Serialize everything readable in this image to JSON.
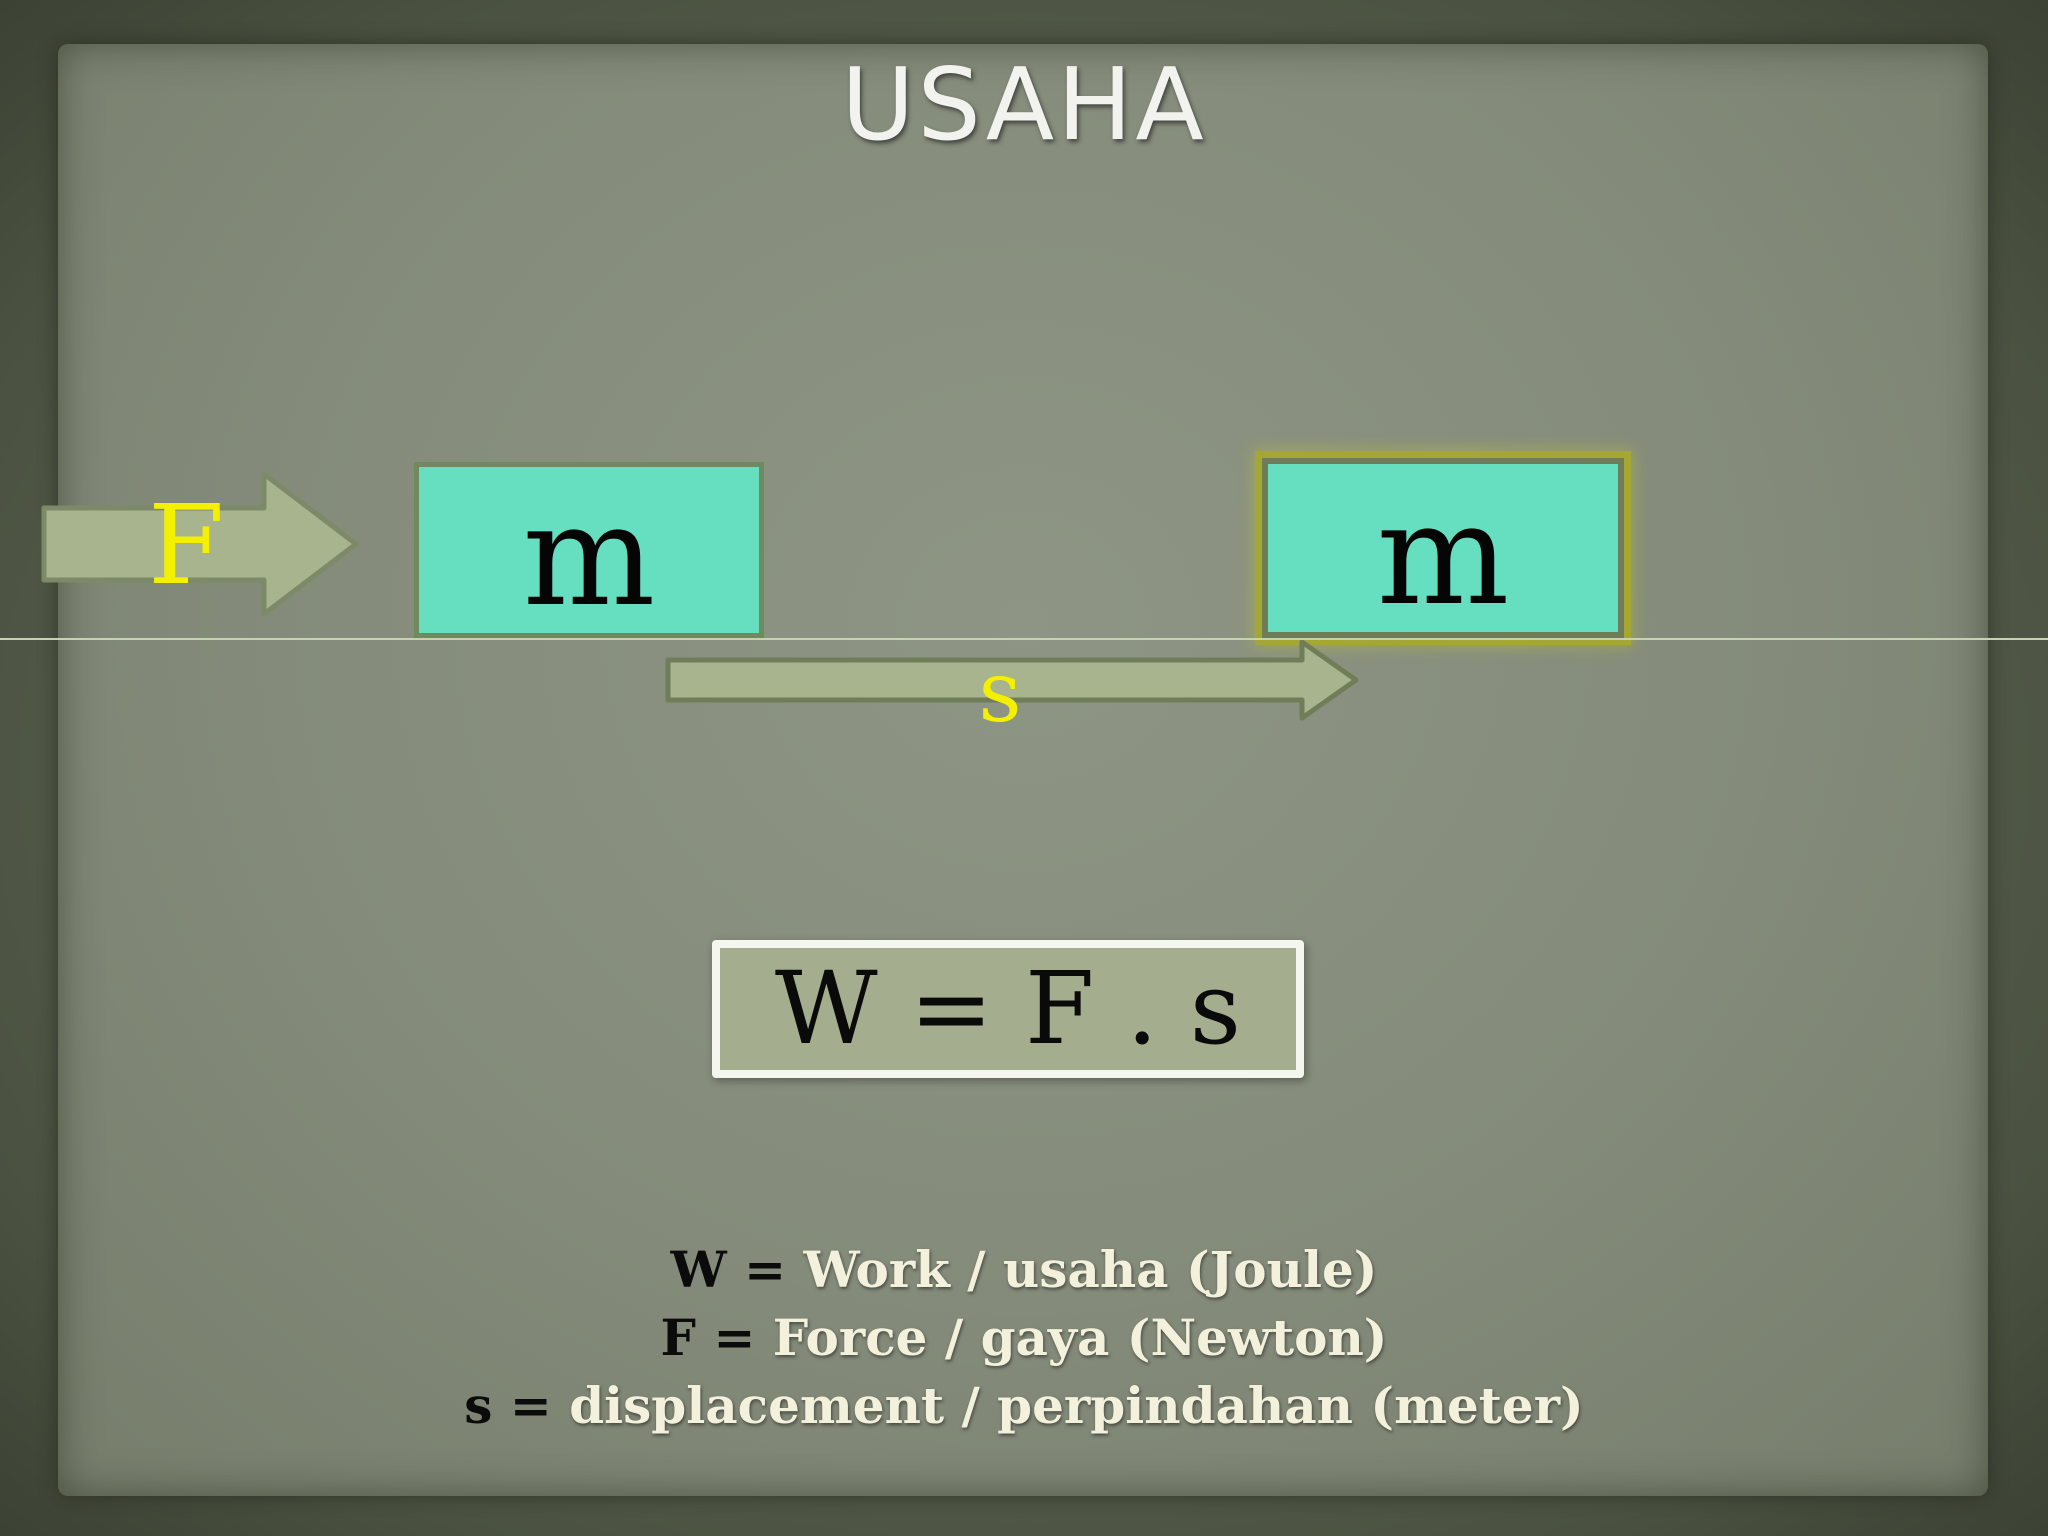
{
  "slide": {
    "title": "USAHA"
  },
  "diagram": {
    "force_label": "F",
    "mass_left_label": "m",
    "mass_right_label": "m",
    "displacement_label": "s"
  },
  "formula": {
    "text": "W = F . s"
  },
  "legend": [
    {
      "symbol": "W",
      "equals": "=",
      "description": "Work / usaha (Joule)"
    },
    {
      "symbol": "F",
      "equals": "=",
      "description": "Force / gaya (Newton)"
    },
    {
      "symbol": "s",
      "equals": "=",
      "description": "displacement / perpindahan (meter)"
    }
  ],
  "colors": {
    "mass_fill": "#66dfc0",
    "label_yellow": "#f4f000",
    "arrow_fill": "#a8b48e",
    "highlight_glow": "#a5a735"
  }
}
